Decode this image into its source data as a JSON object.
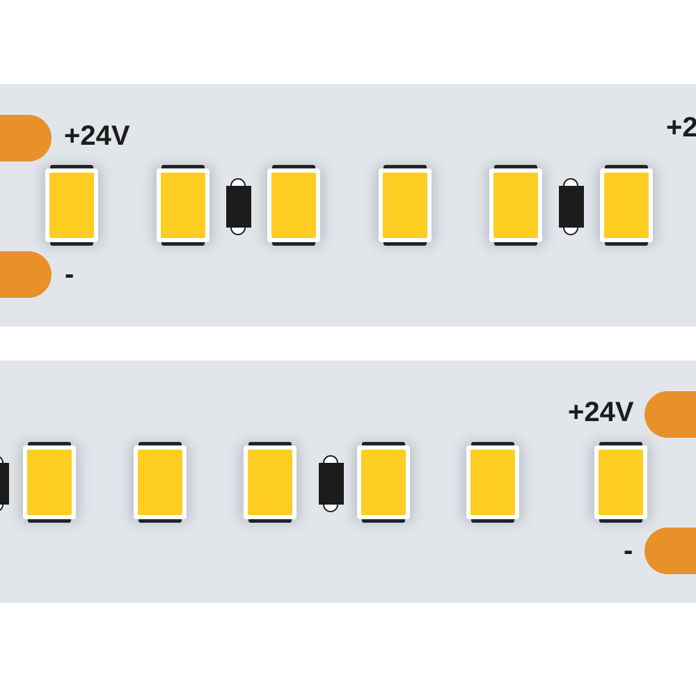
{
  "colors": {
    "strip": "#e2e6ea",
    "pad": "#e8902a",
    "led_emitter": "#fecd21",
    "resistor": "#1c1c1c"
  },
  "strips": [
    {
      "labels": {
        "positive": "+24V",
        "negative": "-",
        "positive_partial": "+2"
      }
    },
    {
      "labels": {
        "positive": "+24V",
        "negative": "-"
      }
    }
  ]
}
